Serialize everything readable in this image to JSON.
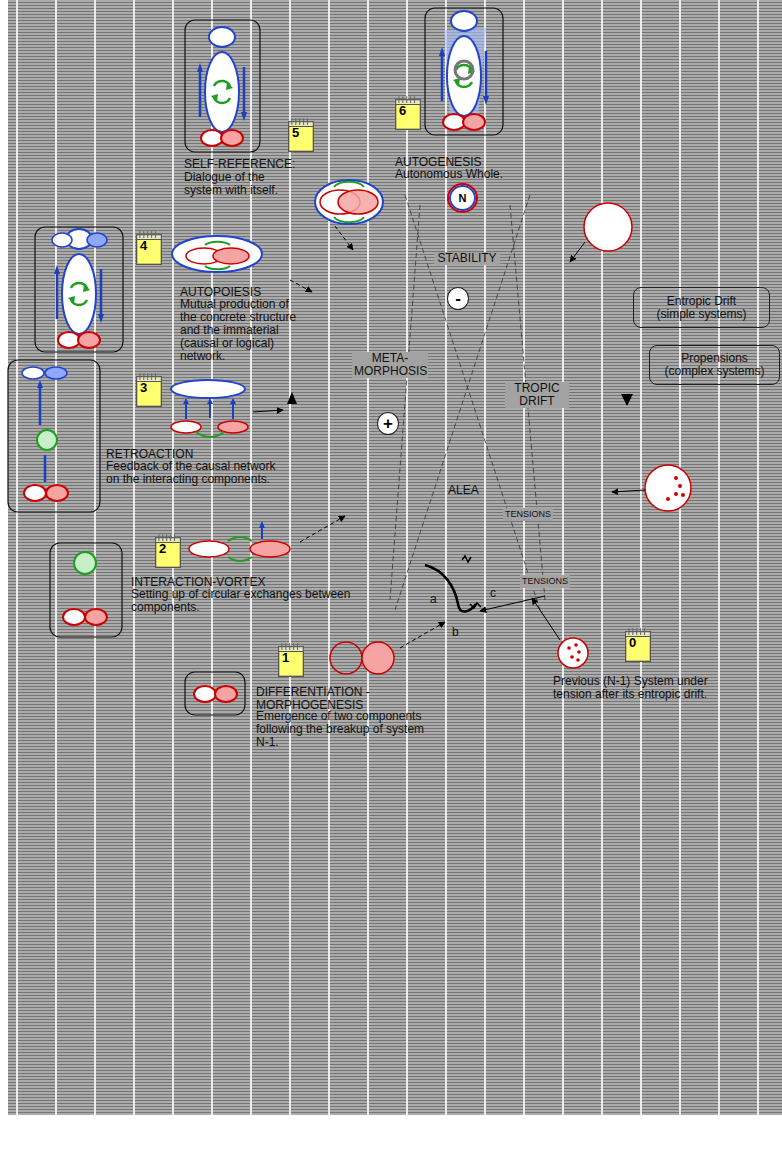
{
  "diagram": {
    "nodes": [
      {
        "text": [
          "6"
        ]
      },
      {
        "text": [
          "5"
        ]
      },
      {
        "text": [
          "N"
        ]
      },
      {
        "text": [
          "4"
        ]
      },
      {
        "text": [
          "-"
        ]
      },
      {
        "text": [
          "Entropic Drift (simple systems)"
        ]
      },
      {
        "text": [
          "Propensions (complex systems)"
        ]
      },
      {
        "text": [
          "3"
        ]
      },
      {
        "text": [
          "+"
        ]
      },
      {
        "text": [
          "2"
        ]
      },
      {
        "text": [
          "0"
        ]
      },
      {
        "text": [
          "1"
        ]
      }
    ],
    "labels": [
      "SELF-REFERENCE:",
      "Dialogue of the system with itself.",
      "AUTOGENESIS",
      "Autonomous Whole.",
      "STABILITY",
      "AUTOPOIESIS",
      "Mutual production of the concrete structure and the immaterial (causal or logical) network.",
      "META- MORPHOSIS",
      "TROPIC DRIFT",
      "RETROACTION",
      "Feedback of the causal network on the interacting components.",
      "ALEA",
      "TENSIONS",
      "TENSIONS",
      "INTERACTION-VORTEX",
      "Setting up of circular exchanges between components.",
      "a",
      "b",
      "c",
      "DIFFERENTIATION - MORPHOGENESIS",
      "Emergence of two components following the breakup of system N-1.",
      "Previous (N-1) System under tension after its entropic drift."
    ]
  }
}
